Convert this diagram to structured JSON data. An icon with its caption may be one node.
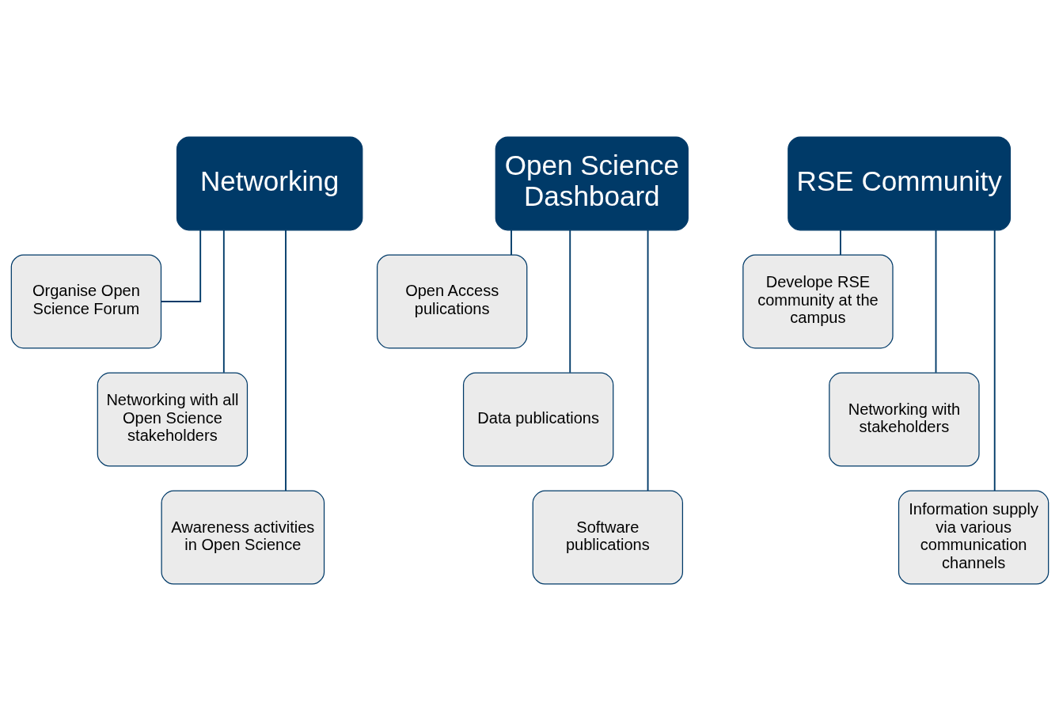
{
  "diagram": {
    "nodes": [
      {
        "text": [
          "Networking"
        ]
      },
      {
        "text": [
          "Organise Open Science Forum"
        ]
      },
      {
        "text": [
          "Networking with all Open Science stakeholders"
        ]
      },
      {
        "text": [
          "Awareness activities in Open Science"
        ]
      },
      {
        "text": [
          "Open Science Dashboard"
        ]
      },
      {
        "text": [
          "Open Access pulications"
        ]
      },
      {
        "text": [
          "Data publications"
        ]
      },
      {
        "text": [
          "Software publications"
        ]
      },
      {
        "text": [
          "RSE Community"
        ]
      },
      {
        "text": [
          "Develope RSE community at the campus"
        ]
      },
      {
        "text": [
          "Networking with stakeholders"
        ]
      },
      {
        "text": [
          "Information supply via various communication channels"
        ]
      }
    ],
    "edges": [
      {
        "from": 0,
        "to": 1,
        "arrow": "none"
      },
      {
        "from": 0,
        "to": 2,
        "arrow": "none"
      },
      {
        "from": 0,
        "to": 3,
        "arrow": "none"
      },
      {
        "from": 4,
        "to": 5,
        "arrow": "none"
      },
      {
        "from": 4,
        "to": 6,
        "arrow": "none"
      },
      {
        "from": 4,
        "to": 7,
        "arrow": "none"
      },
      {
        "from": 8,
        "to": 9,
        "arrow": "none"
      },
      {
        "from": 8,
        "to": 10,
        "arrow": "none"
      },
      {
        "from": 8,
        "to": 11,
        "arrow": "none"
      }
    ]
  }
}
